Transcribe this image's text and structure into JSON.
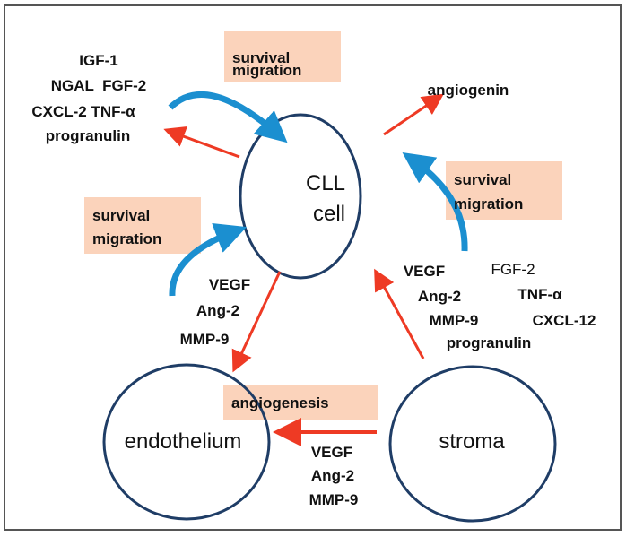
{
  "colors": {
    "circle": "#1f3d66",
    "blue_arrow": "#1b8fd0",
    "red_arrow": "#ee3a24",
    "box": "#fbd3bb",
    "frame": "#555555"
  },
  "nodes": {
    "cll_line1": "CLL",
    "cll_line2": "cell",
    "endothelium": "endothelium",
    "stroma": "stroma"
  },
  "boxes": {
    "top": [
      "survival",
      "migration"
    ],
    "right": [
      "survival",
      "migration"
    ],
    "left": [
      "survival",
      "migration"
    ],
    "bottom": "angiogenesis"
  },
  "labels": {
    "top_left": [
      "IGF-1",
      "NGAL  FGF-2",
      "CXCL-2 TNF-α",
      "progranulin"
    ],
    "angiogenin": "angiogenin",
    "cll_to_endo": [
      "VEGF",
      "Ang-2",
      "MMP-9"
    ],
    "stroma_to_cll_a": [
      "VEGF",
      "Ang-2",
      "MMP-9",
      "progranulin"
    ],
    "stroma_to_cll_b": [
      "FGF-2",
      "TNF-α",
      "CXCL-12"
    ],
    "stroma_to_endo": [
      "VEGF",
      "Ang-2",
      "MMP-9"
    ]
  }
}
